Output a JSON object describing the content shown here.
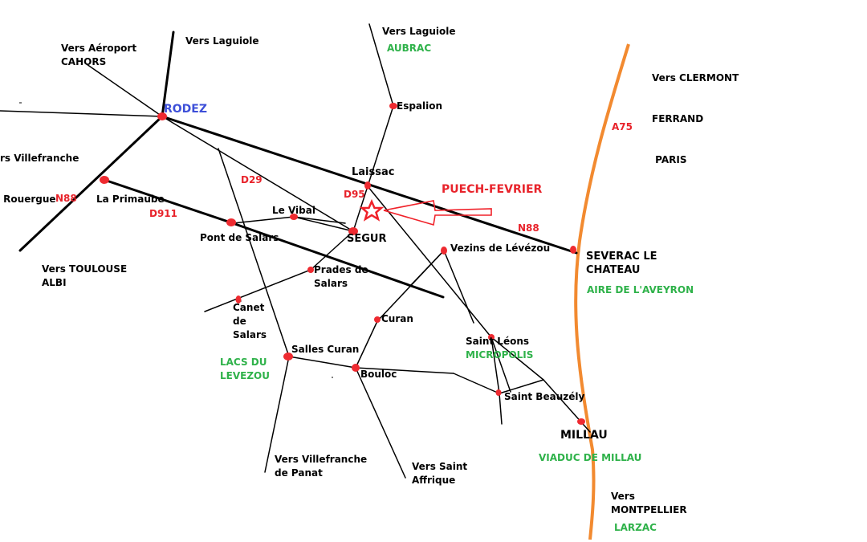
{
  "colors": {
    "road": "#000000",
    "town_dot": "#ee2a30",
    "highway_a75": "#f28a30",
    "road_number": "#e8232b",
    "region_label": "#2fb24a",
    "rodez": "#3d4fd8",
    "marker": "#f0222a"
  },
  "icons": {
    "town": "red-dot",
    "marker": "star-icon",
    "pointer": "arrow-icon"
  },
  "labels": {
    "vers_aeroport": {
      "lines": [
        "Vers Aéroport",
        "CAHORS"
      ]
    },
    "vers_laguiole_left": {
      "text": "Vers Laguiole"
    },
    "rodez": {
      "text": "RODEZ"
    },
    "vers_villefranche_rouergue": {
      "lines": [
        "rs Villefranche",
        " Rouergue"
      ]
    },
    "vers_laguiole_center": {
      "text": "Vers Laguiole"
    },
    "aubrac": {
      "text": "AUBRAC"
    },
    "espalion": {
      "text": "Espalion"
    },
    "vers_clermont": {
      "lines": [
        "Vers CLERMONT",
        "FERRAND",
        " PARIS"
      ]
    },
    "a75": {
      "text": "A75"
    },
    "n88_left": {
      "text": "N88"
    },
    "la_primaube": {
      "text": "La Primaube"
    },
    "d911": {
      "text": "D911"
    },
    "d29": {
      "text": "D29"
    },
    "laissac": {
      "text": "Laissac"
    },
    "d95": {
      "text": "D95"
    },
    "puech_fevrier": {
      "text": "PUECH-FEVRIER"
    },
    "n88_right": {
      "text": "N88"
    },
    "le_vibal": {
      "text": "Le Vibal"
    },
    "pont_de_salars": {
      "text": "Pont de Salars"
    },
    "segur": {
      "text": "SEGUR"
    },
    "vezins": {
      "text": "Vezins de Lévézou"
    },
    "severac": {
      "lines": [
        "SEVERAC LE",
        "CHATEAU"
      ]
    },
    "aire_aveyron": {
      "text": "AIRE DE L'AVEYRON"
    },
    "vers_toulouse": {
      "lines": [
        "Vers TOULOUSE",
        "ALBI"
      ]
    },
    "prades": {
      "lines": [
        "Prades de",
        "Salars"
      ]
    },
    "canet": {
      "lines": [
        "Canet",
        "de",
        "Salars"
      ]
    },
    "curan": {
      "text": "Curan"
    },
    "saint_leons": {
      "text": "Saint Léons"
    },
    "micropolis": {
      "text": "MICROPOLIS"
    },
    "lacs_levezou": {
      "lines": [
        "LACS DU",
        "LEVEZOU"
      ]
    },
    "salles_curan": {
      "text": "Salles Curan"
    },
    "bouloc": {
      "text": "Bouloc"
    },
    "saint_beauzely": {
      "text": "Saint Beauzély"
    },
    "millau": {
      "text": "MILLAU"
    },
    "viaduc": {
      "text": "VIADUC DE MILLAU"
    },
    "vers_villefranche_panat": {
      "lines": [
        "Vers Villefranche",
        "de Panat"
      ]
    },
    "vers_saint_affrique": {
      "lines": [
        "Vers Saint",
        "Affrique"
      ]
    },
    "vers_montpellier": {
      "lines": [
        "Vers",
        "MONTPELLIER"
      ]
    },
    "larzac": {
      "text": "LARZAC"
    }
  }
}
